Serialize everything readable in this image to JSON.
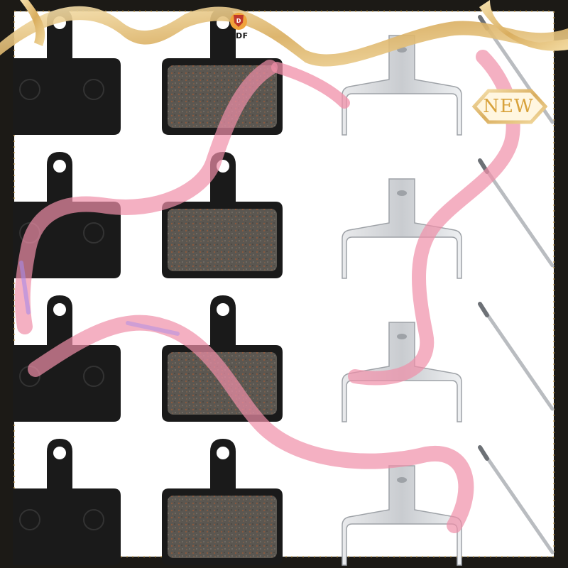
{
  "logo": {
    "text": "DDF",
    "icon": "shield-logo-icon"
  },
  "badge": {
    "text": "NEW"
  },
  "colors": {
    "frame": "#1c1a16",
    "gold": "#e8c98a",
    "ribbon": "#f08fa8",
    "pad_backing": "#1a1a1a",
    "friction": "#5a5650",
    "clip": "#d6d8db",
    "pin": "#b9bcc0"
  },
  "rows": [
    {
      "name": "row-1"
    },
    {
      "name": "row-2"
    },
    {
      "name": "row-3"
    },
    {
      "name": "row-4"
    }
  ]
}
